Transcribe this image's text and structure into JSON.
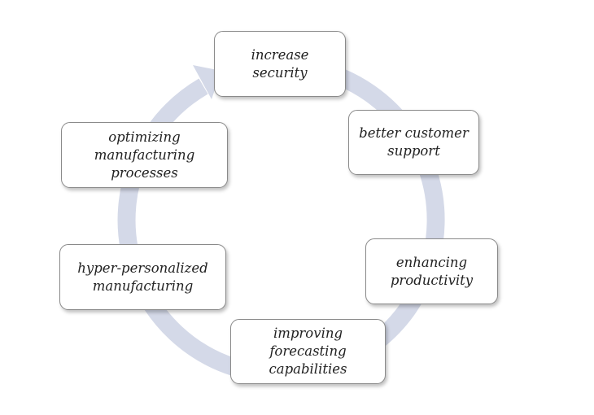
{
  "diagram": {
    "type": "cycle",
    "ring_color": "#d4d9e8",
    "steps": [
      {
        "label": "increase\nsecurity"
      },
      {
        "label": "better customer\nsupport"
      },
      {
        "label": "enhancing\nproductivity"
      },
      {
        "label": "improving\nforecasting\ncapabilities"
      },
      {
        "label": "hyper-personalized\nmanufacturing"
      },
      {
        "label": "optimizing\nmanufacturing\nprocesses"
      }
    ]
  }
}
